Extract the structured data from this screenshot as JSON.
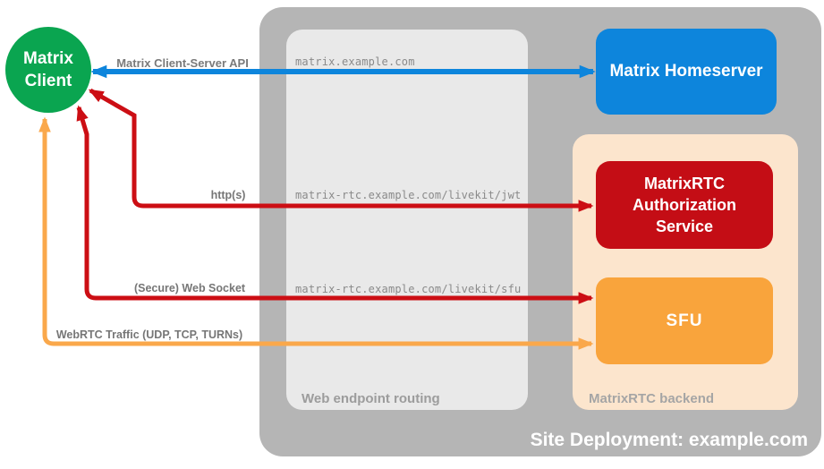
{
  "client": {
    "label": "Matrix Client"
  },
  "homeserver": {
    "label": "Matrix Homeserver"
  },
  "backend": {
    "label": "MatrixRTC backend",
    "auth_service_label": "MatrixRTC Authorization Service",
    "sfu_label": "SFU"
  },
  "routing": {
    "label": "Web endpoint routing",
    "endpoints": [
      "matrix.example.com",
      "matrix-rtc.example.com/livekit/jwt",
      "matrix-rtc.example.com/livekit/sfu"
    ]
  },
  "deployment": {
    "label": "Site Deployment: example.com"
  },
  "arrows": [
    {
      "label": "Matrix Client-Server API",
      "color": "#0d85dc",
      "from": "Matrix Client",
      "to": "Matrix Homeserver",
      "bidirectional": true
    },
    {
      "label": "http(s)",
      "color": "#cc0e14",
      "from": "Matrix Client",
      "to": "MatrixRTC Authorization Service",
      "bidirectional": true
    },
    {
      "label": "(Secure) Web Socket",
      "color": "#cc0e14",
      "from": "Matrix Client",
      "to": "SFU",
      "bidirectional": true
    },
    {
      "label": "WebRTC Traffic (UDP, TCP, TURNs)",
      "color": "#faa84b",
      "from": "Matrix Client",
      "to": "SFU",
      "bidirectional": true
    }
  ],
  "colors": {
    "client_green": "#0aa550",
    "homeserver_blue": "#0d85dc",
    "auth_red": "#c40d15",
    "sfu_orange": "#f9a43c",
    "backend_peach": "#fce5cd",
    "site_gray": "#b5b5b5",
    "routing_gray": "#e9e9e9"
  }
}
